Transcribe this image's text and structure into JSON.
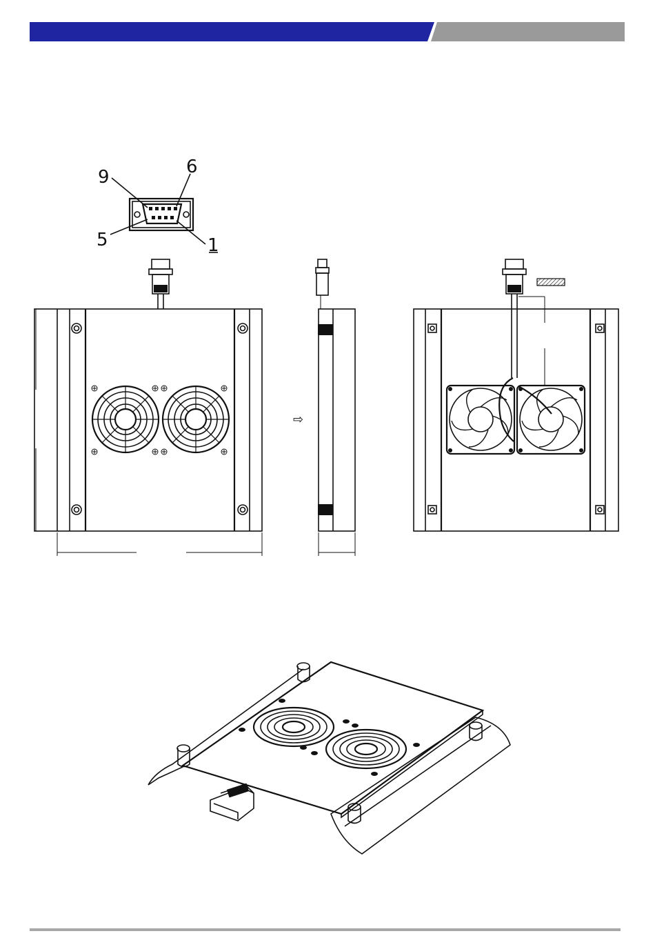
{
  "colors": {
    "header_primary": "#1f24a0",
    "header_secondary": "#9a9a9a",
    "footer_rule": "#a8a8a8",
    "line": "#111111"
  },
  "connector_pins": {
    "top_left": "9",
    "top_right": "6",
    "bottom_left": "5",
    "bottom_right": "1"
  },
  "views": {
    "front": {
      "fan_count": 2
    },
    "back": {
      "fan_count": 2
    }
  },
  "icons": {
    "side_arrow": "⇨"
  }
}
